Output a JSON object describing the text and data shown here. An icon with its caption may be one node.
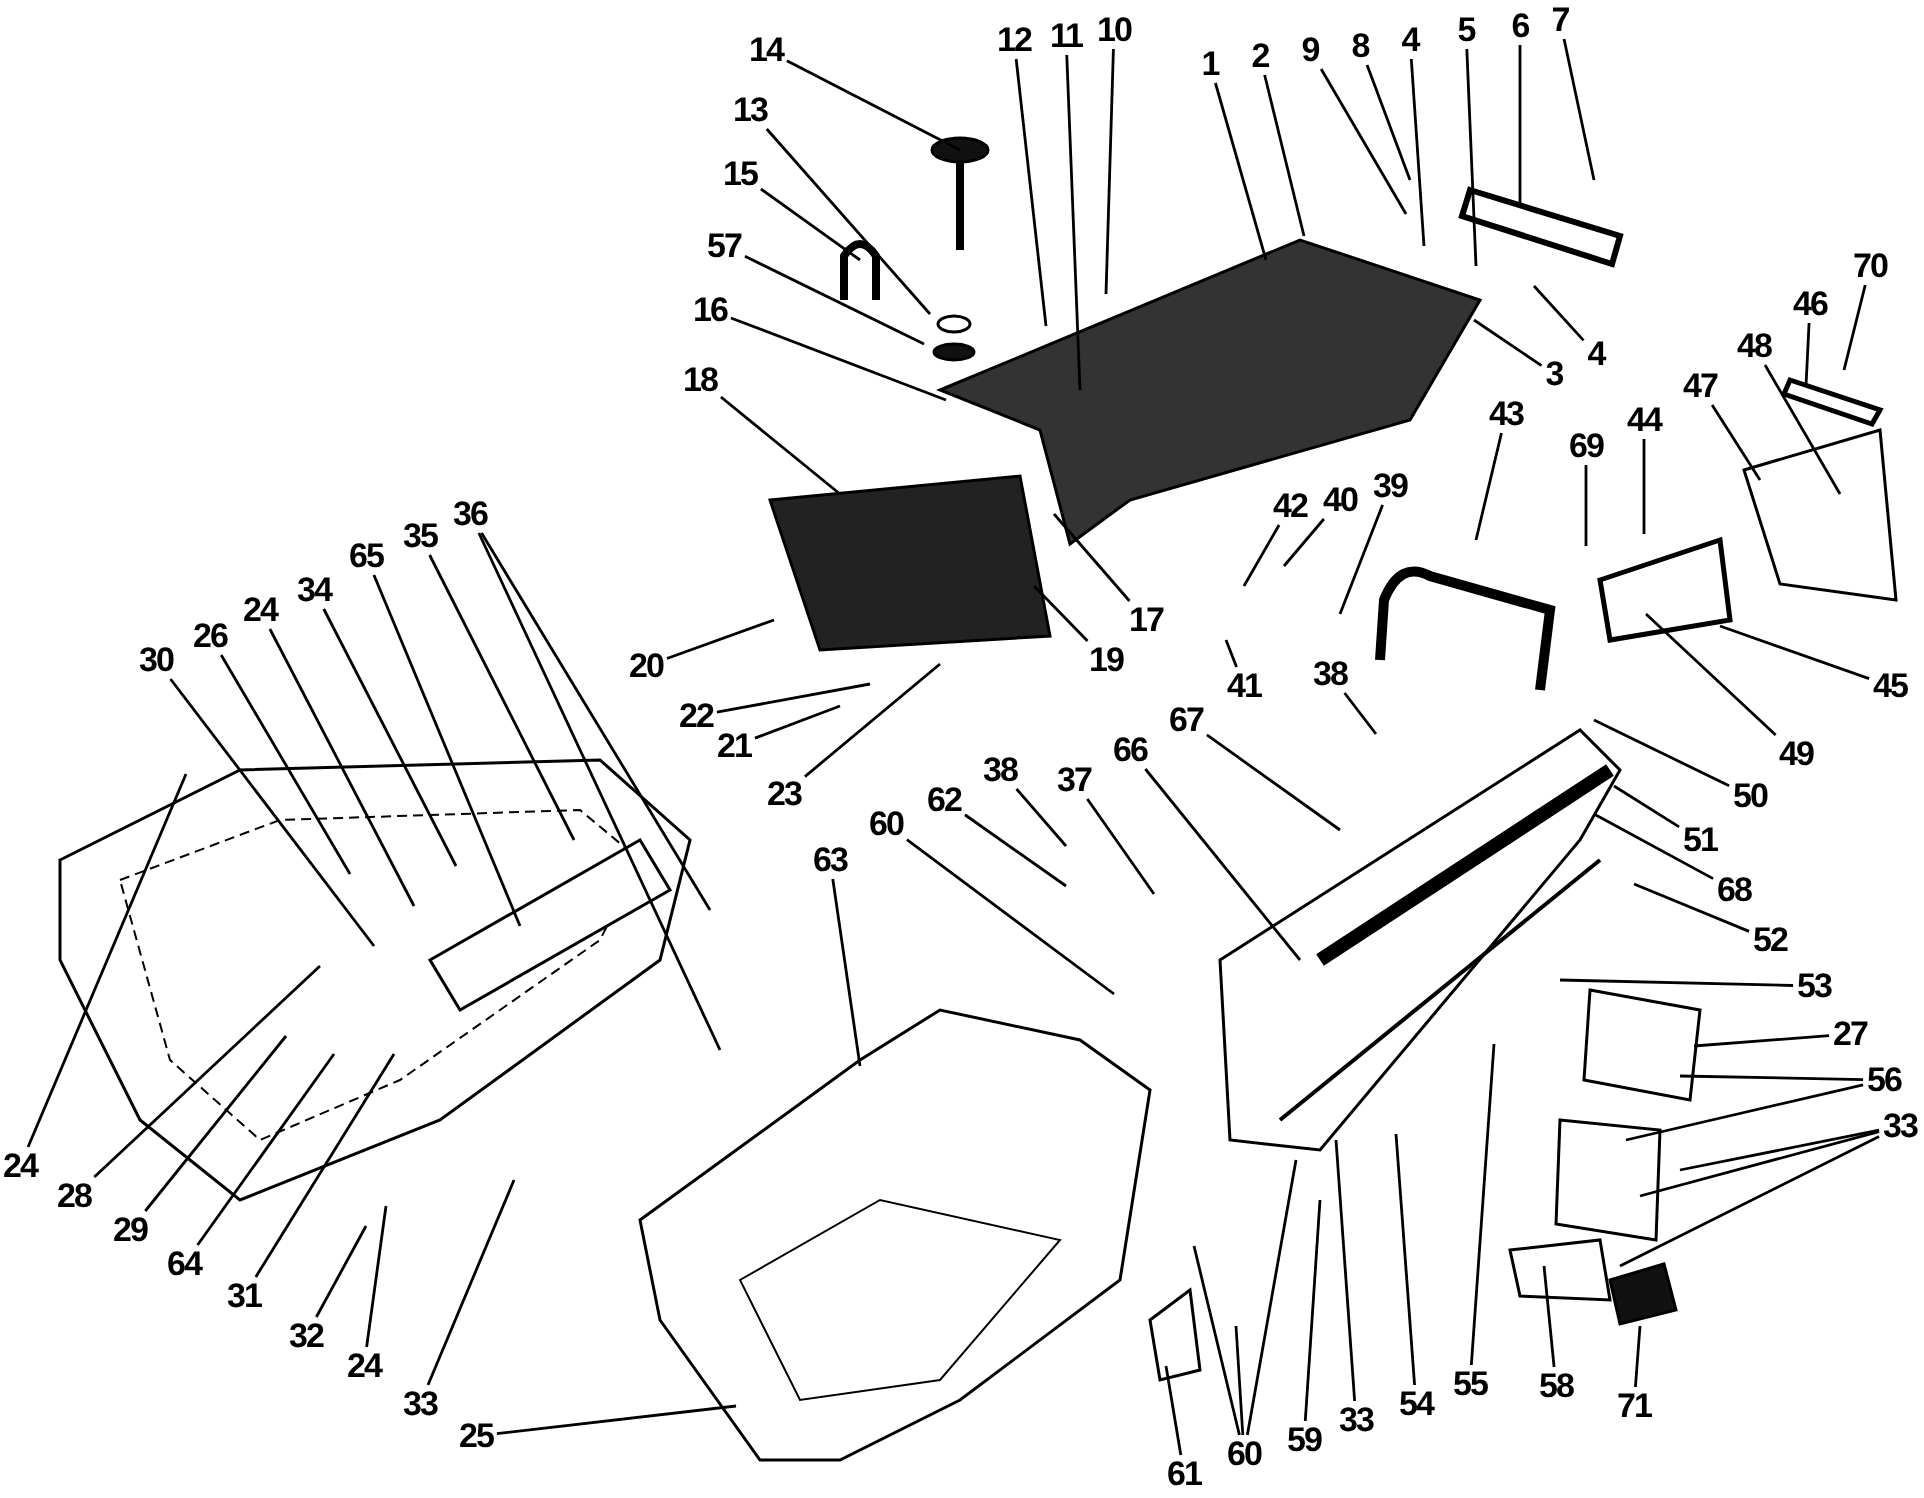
{
  "diagram": {
    "nodes": [
      {
        "text": [
          "14"
        ]
      },
      {
        "text": [
          "12"
        ]
      },
      {
        "text": [
          "11"
        ]
      },
      {
        "text": [
          "10"
        ]
      },
      {
        "text": [
          "1"
        ]
      },
      {
        "text": [
          "2"
        ]
      },
      {
        "text": [
          "9"
        ]
      },
      {
        "text": [
          "8"
        ]
      },
      {
        "text": [
          "4"
        ]
      },
      {
        "text": [
          "5"
        ]
      },
      {
        "text": [
          "6"
        ]
      },
      {
        "text": [
          "7"
        ]
      },
      {
        "text": [
          "13"
        ]
      },
      {
        "text": [
          "15"
        ]
      },
      {
        "text": [
          "57"
        ]
      },
      {
        "text": [
          "70"
        ]
      },
      {
        "text": [
          "16"
        ]
      },
      {
        "text": [
          "46"
        ]
      },
      {
        "text": [
          "4"
        ]
      },
      {
        "text": [
          "48"
        ]
      },
      {
        "text": [
          "3"
        ]
      },
      {
        "text": [
          "18"
        ]
      },
      {
        "text": [
          "47"
        ]
      },
      {
        "text": [
          "43"
        ]
      },
      {
        "text": [
          "44"
        ]
      },
      {
        "text": [
          "69"
        ]
      },
      {
        "text": [
          "39"
        ]
      },
      {
        "text": [
          "40"
        ]
      },
      {
        "text": [
          "42"
        ]
      },
      {
        "text": [
          "36"
        ]
      },
      {
        "text": [
          "35"
        ]
      },
      {
        "text": [
          "65"
        ]
      },
      {
        "text": [
          "34"
        ]
      },
      {
        "text": [
          "24"
        ]
      },
      {
        "text": [
          "26"
        ]
      },
      {
        "text": [
          "30"
        ]
      },
      {
        "text": [
          "17"
        ]
      },
      {
        "text": [
          "19"
        ]
      },
      {
        "text": [
          "20"
        ]
      },
      {
        "text": [
          "38"
        ]
      },
      {
        "text": [
          "41"
        ]
      },
      {
        "text": [
          "45"
        ]
      },
      {
        "text": [
          "22"
        ]
      },
      {
        "text": [
          "67"
        ]
      },
      {
        "text": [
          "21"
        ]
      },
      {
        "text": [
          "66"
        ]
      },
      {
        "text": [
          "49"
        ]
      },
      {
        "text": [
          "38"
        ]
      },
      {
        "text": [
          "37"
        ]
      },
      {
        "text": [
          "23"
        ]
      },
      {
        "text": [
          "50"
        ]
      },
      {
        "text": [
          "62"
        ]
      },
      {
        "text": [
          "60"
        ]
      },
      {
        "text": [
          "51"
        ]
      },
      {
        "text": [
          "63"
        ]
      },
      {
        "text": [
          "68"
        ]
      },
      {
        "text": [
          "52"
        ]
      },
      {
        "text": [
          "53"
        ]
      },
      {
        "text": [
          "27"
        ]
      },
      {
        "text": [
          "56"
        ]
      },
      {
        "text": [
          "33"
        ]
      },
      {
        "text": [
          "24"
        ]
      },
      {
        "text": [
          "28"
        ]
      },
      {
        "text": [
          "29"
        ]
      },
      {
        "text": [
          "64"
        ]
      },
      {
        "text": [
          "31"
        ]
      },
      {
        "text": [
          "32"
        ]
      },
      {
        "text": [
          "24"
        ]
      },
      {
        "text": [
          "58"
        ]
      },
      {
        "text": [
          "55"
        ]
      },
      {
        "text": [
          "33"
        ]
      },
      {
        "text": [
          "54"
        ]
      },
      {
        "text": [
          "71"
        ]
      },
      {
        "text": [
          "33"
        ]
      },
      {
        "text": [
          "25"
        ]
      },
      {
        "text": [
          "59"
        ]
      },
      {
        "text": [
          "60"
        ]
      },
      {
        "text": [
          "61"
        ]
      }
    ],
    "edges": [
      {
        "from": 0,
        "to": null,
        "arrow": "none"
      },
      {
        "from": 1,
        "to": null,
        "arrow": "none"
      },
      {
        "from": 2,
        "to": null,
        "arrow": "none"
      },
      {
        "from": 3,
        "to": null,
        "arrow": "none"
      },
      {
        "from": 4,
        "to": null,
        "arrow": "none"
      },
      {
        "from": 5,
        "to": null,
        "arrow": "none"
      },
      {
        "from": 6,
        "to": null,
        "arrow": "none"
      },
      {
        "from": 7,
        "to": null,
        "arrow": "none"
      },
      {
        "from": 8,
        "to": null,
        "arrow": "none"
      },
      {
        "from": 9,
        "to": null,
        "arrow": "none"
      },
      {
        "from": 10,
        "to": null,
        "arrow": "none"
      },
      {
        "from": 11,
        "to": null,
        "arrow": "none"
      },
      {
        "from": 12,
        "to": null,
        "arrow": "none"
      },
      {
        "from": 13,
        "to": null,
        "arrow": "none"
      },
      {
        "from": 14,
        "to": null,
        "arrow": "none"
      },
      {
        "from": 15,
        "to": null,
        "arrow": "none"
      },
      {
        "from": 16,
        "to": null,
        "arrow": "none"
      },
      {
        "from": 17,
        "to": null,
        "arrow": "none"
      },
      {
        "from": 18,
        "to": null,
        "arrow": "none"
      },
      {
        "from": 19,
        "to": null,
        "arrow": "none"
      },
      {
        "from": 20,
        "to": null,
        "arrow": "none"
      },
      {
        "from": 21,
        "to": null,
        "arrow": "none"
      },
      {
        "from": 22,
        "to": null,
        "arrow": "none"
      },
      {
        "from": 23,
        "to": null,
        "arrow": "none"
      },
      {
        "from": 24,
        "to": null,
        "arrow": "none"
      },
      {
        "from": 25,
        "to": null,
        "arrow": "none"
      },
      {
        "from": 26,
        "to": null,
        "arrow": "none"
      },
      {
        "from": 27,
        "to": null,
        "arrow": "none"
      },
      {
        "from": 28,
        "to": null,
        "arrow": "none"
      },
      {
        "from": 29,
        "to": null,
        "arrow": "none"
      },
      {
        "from": 29,
        "to": null,
        "arrow": "none"
      },
      {
        "from": 30,
        "to": null,
        "arrow": "none"
      },
      {
        "from": 31,
        "to": null,
        "arrow": "none"
      },
      {
        "from": 32,
        "to": null,
        "arrow": "none"
      },
      {
        "from": 33,
        "to": null,
        "arrow": "none"
      },
      {
        "from": 34,
        "to": null,
        "arrow": "none"
      },
      {
        "from": 35,
        "to": null,
        "arrow": "none"
      },
      {
        "from": 36,
        "to": null,
        "arrow": "none"
      },
      {
        "from": 37,
        "to": null,
        "arrow": "none"
      },
      {
        "from": 38,
        "to": null,
        "arrow": "none"
      },
      {
        "from": 39,
        "to": null,
        "arrow": "none"
      },
      {
        "from": 40,
        "to": null,
        "arrow": "none"
      },
      {
        "from": 41,
        "to": null,
        "arrow": "none"
      },
      {
        "from": 42,
        "to": null,
        "arrow": "none"
      },
      {
        "from": 43,
        "to": null,
        "arrow": "none"
      },
      {
        "from": 44,
        "to": null,
        "arrow": "none"
      },
      {
        "from": 45,
        "to": null,
        "arrow": "none"
      },
      {
        "from": 46,
        "to": null,
        "arrow": "none"
      },
      {
        "from": 47,
        "to": null,
        "arrow": "none"
      },
      {
        "from": 48,
        "to": null,
        "arrow": "none"
      },
      {
        "from": 49,
        "to": null,
        "arrow": "none"
      },
      {
        "from": 50,
        "to": null,
        "arrow": "none"
      },
      {
        "from": 51,
        "to": null,
        "arrow": "none"
      },
      {
        "from": 52,
        "to": null,
        "arrow": "none"
      },
      {
        "from": 53,
        "to": null,
        "arrow": "none"
      },
      {
        "from": 54,
        "to": null,
        "arrow": "none"
      },
      {
        "from": 55,
        "to": null,
        "arrow": "none"
      },
      {
        "from": 56,
        "to": null,
        "arrow": "none"
      },
      {
        "from": 57,
        "to": null,
        "arrow": "none"
      },
      {
        "from": 58,
        "to": null,
        "arrow": "none"
      },
      {
        "from": 59,
        "to": null,
        "arrow": "none"
      },
      {
        "from": 59,
        "to": null,
        "arrow": "none"
      },
      {
        "from": 60,
        "to": null,
        "arrow": "none"
      },
      {
        "from": 60,
        "to": null,
        "arrow": "none"
      },
      {
        "from": 60,
        "to": null,
        "arrow": "none"
      },
      {
        "from": 61,
        "to": null,
        "arrow": "none"
      },
      {
        "from": 62,
        "to": null,
        "arrow": "none"
      },
      {
        "from": 63,
        "to": null,
        "arrow": "none"
      },
      {
        "from": 64,
        "to": null,
        "arrow": "none"
      },
      {
        "from": 65,
        "to": null,
        "arrow": "none"
      },
      {
        "from": 66,
        "to": null,
        "arrow": "none"
      },
      {
        "from": 67,
        "to": null,
        "arrow": "none"
      },
      {
        "from": 68,
        "to": null,
        "arrow": "none"
      },
      {
        "from": 69,
        "to": null,
        "arrow": "none"
      },
      {
        "from": 70,
        "to": null,
        "arrow": "none"
      },
      {
        "from": 71,
        "to": null,
        "arrow": "none"
      },
      {
        "from": 72,
        "to": null,
        "arrow": "none"
      },
      {
        "from": 73,
        "to": null,
        "arrow": "none"
      },
      {
        "from": 74,
        "to": null,
        "arrow": "none"
      },
      {
        "from": 75,
        "to": null,
        "arrow": "none"
      },
      {
        "from": 76,
        "to": null,
        "arrow": "none"
      },
      {
        "from": 76,
        "to": null,
        "arrow": "none"
      },
      {
        "from": 76,
        "to": null,
        "arrow": "none"
      },
      {
        "from": 77,
        "to": null,
        "arrow": "none"
      }
    ]
  }
}
